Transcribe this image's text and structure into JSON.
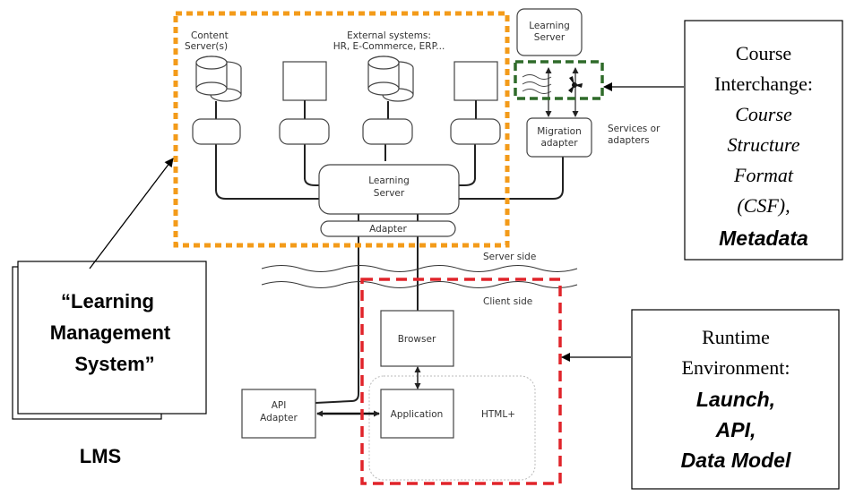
{
  "diagram": {
    "labels": {
      "content_servers": [
        "Content",
        "Server(s)"
      ],
      "external_systems": [
        "External systems:",
        "HR, E-Commerce, ERP..."
      ],
      "learning_server_top": [
        "Learning",
        "Server"
      ],
      "migration_adapter": [
        "Migration",
        "adapter"
      ],
      "services_or_adapters": [
        "Services or",
        "adapters"
      ],
      "learning_server_center": [
        "Learning",
        "Server"
      ],
      "adapter": "Adapter",
      "server_side": "Server side",
      "client_side": "Client side",
      "browser": "Browser",
      "application": "Application",
      "html_plus": "HTML+",
      "api_adapter": [
        "API",
        "Adapter"
      ]
    },
    "callouts": {
      "course_interchange": {
        "line1": "Course",
        "line2": "Interchange:",
        "line3": "Course",
        "line4": "Structure",
        "line5": "Format",
        "line6": "(CSF),",
        "line7": "Metadata"
      },
      "lms_box": {
        "line1": "“Learning",
        "line2": "Management",
        "line3": "System”"
      },
      "lms_label": "LMS",
      "runtime": {
        "line1": "Runtime",
        "line2": "Environment:",
        "line3": "Launch,",
        "line4": "API,",
        "line5": "Data Model"
      }
    },
    "colors": {
      "lms_region_border": "#f39b1a",
      "runtime_region_border": "#e0242a",
      "interchange_region_border": "#2f6b2a"
    }
  }
}
